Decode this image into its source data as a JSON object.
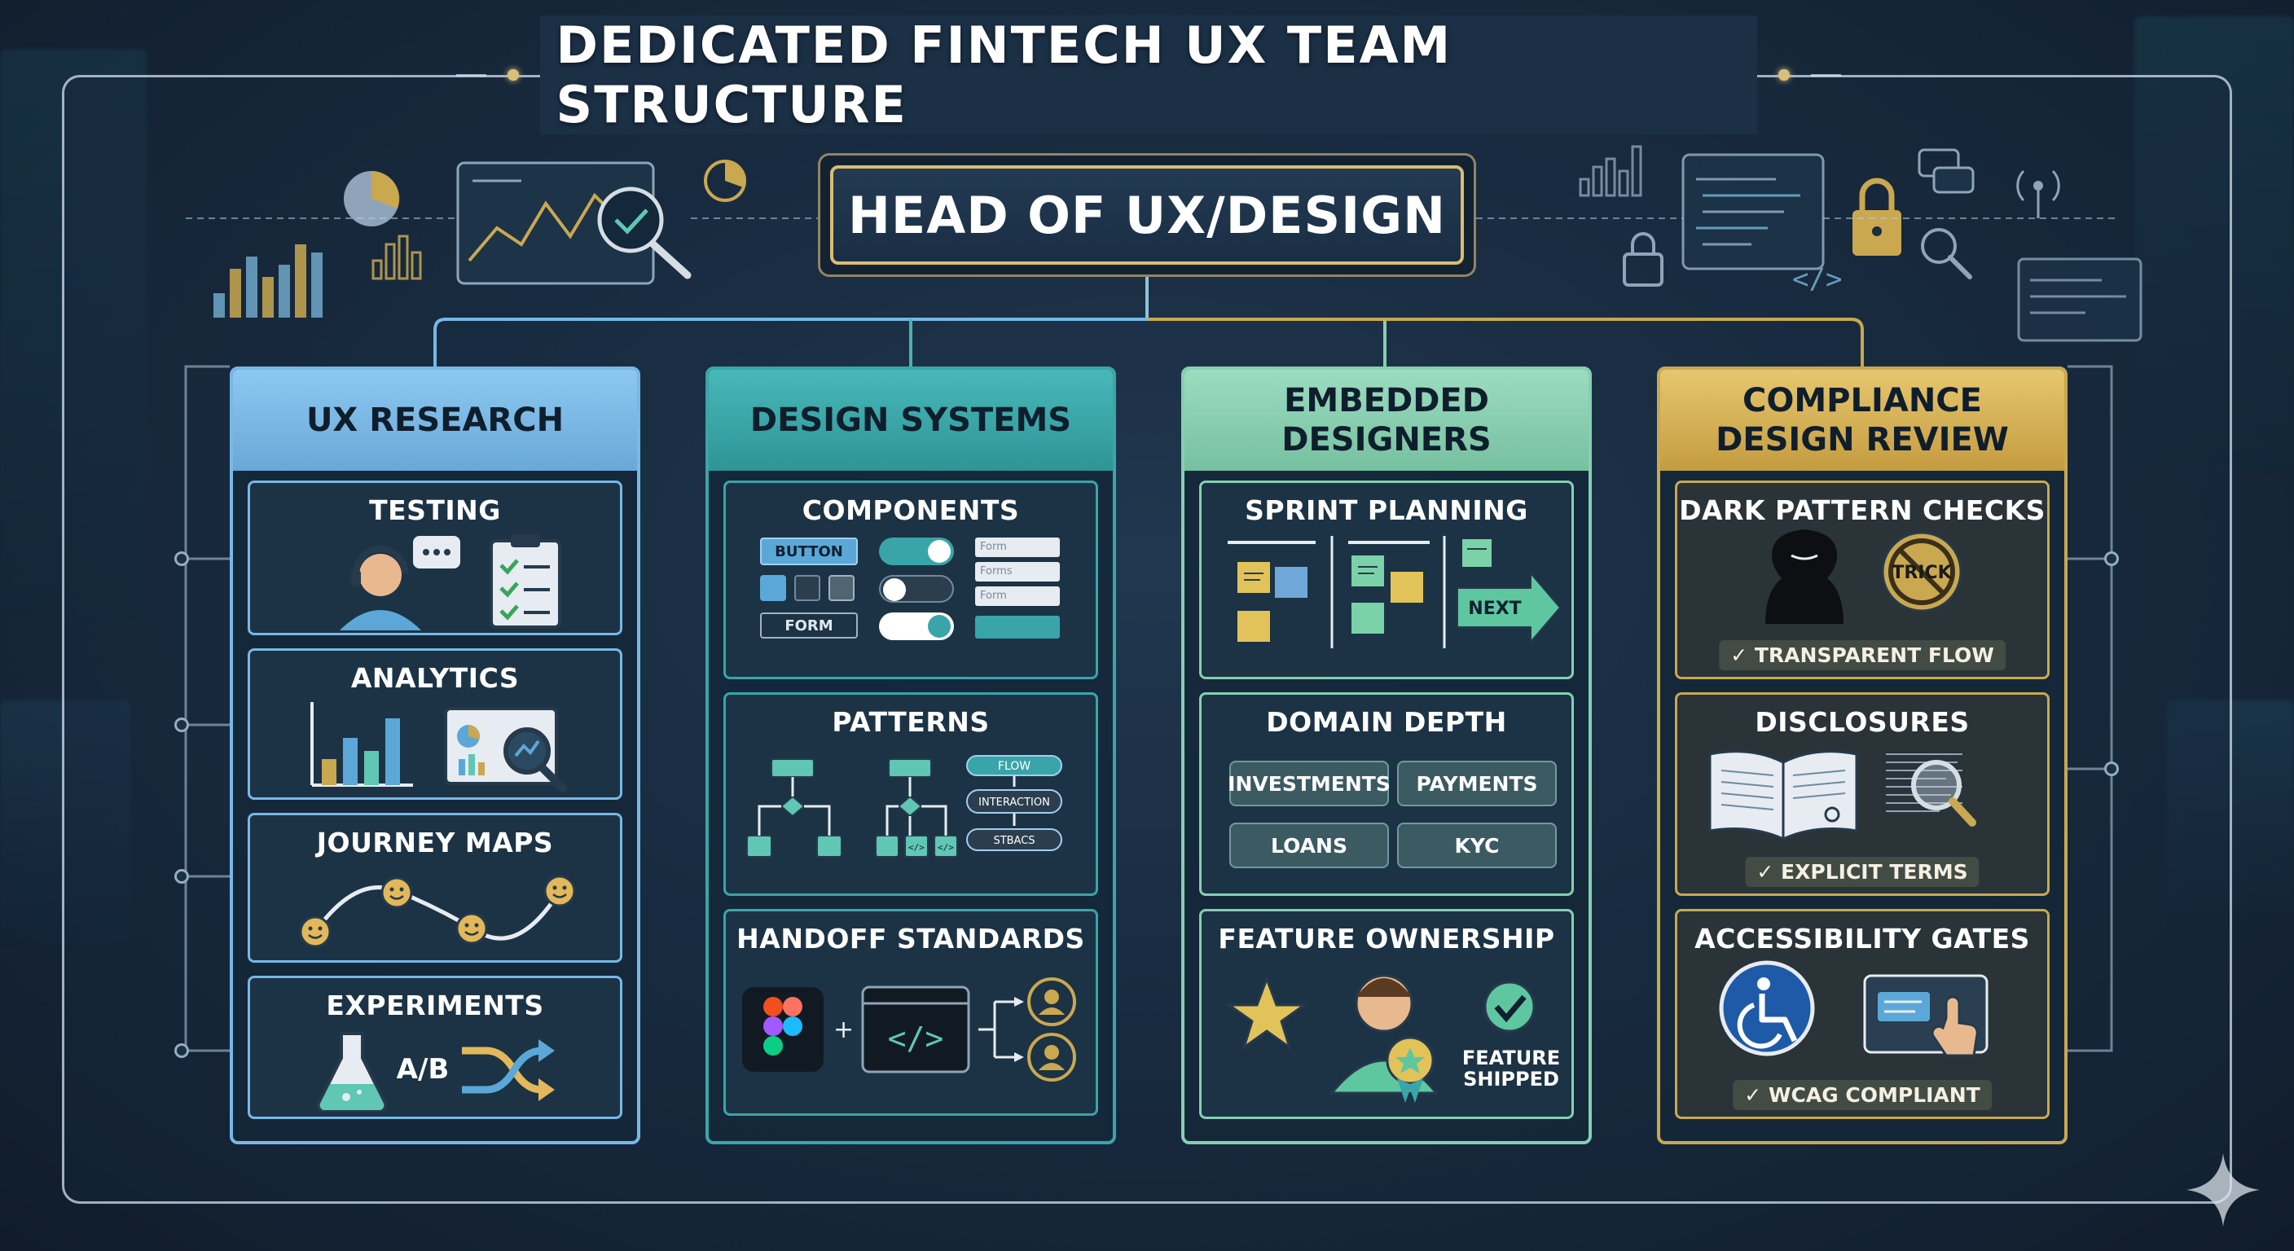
{
  "title": "DEDICATED FINTECH UX TEAM STRUCTURE",
  "head": "HEAD OF UX/DESIGN",
  "colors": {
    "research": "#76b8e6",
    "systems": "#3aa5a8",
    "embedded": "#86cfb0",
    "compliance": "#c9a850",
    "gold": "#d9bd72"
  },
  "columns": [
    {
      "title": "UX RESEARCH",
      "cards": [
        {
          "title": "TESTING",
          "icons": [
            "headset-person-icon",
            "chat-bubble-icon",
            "checklist-clipboard-icon"
          ]
        },
        {
          "title": "ANALYTICS",
          "icons": [
            "bar-chart-icon",
            "dashboard-magnifier-icon"
          ]
        },
        {
          "title": "JOURNEY MAPS",
          "icons": [
            "smiley-path-icon"
          ]
        },
        {
          "title": "EXPERIMENTS",
          "label": "A/B",
          "icons": [
            "flask-icon",
            "shuffle-arrows-icon"
          ]
        }
      ]
    },
    {
      "title": "DESIGN SYSTEMS",
      "cards": [
        {
          "title": "COMPONENTS",
          "button_label": "BUTTON",
          "form_label": "FORM",
          "field_placeholder": "Form",
          "field_placeholder_alt": "Forms"
        },
        {
          "title": "PATTERNS",
          "flow_labels": [
            "FLOW",
            "INTERACTION",
            "STBACS"
          ]
        },
        {
          "title": "HANDOFF STANDARDS",
          "plus": "+",
          "icons": [
            "figma-icon",
            "code-window-icon",
            "user-icon"
          ]
        }
      ]
    },
    {
      "title": "EMBEDDED DESIGNERS",
      "cards": [
        {
          "title": "SPRINT PLANNING",
          "next_label": "NEXT",
          "icons": [
            "sticky-notes-icon",
            "arrow-right-icon"
          ]
        },
        {
          "title": "DOMAIN DEPTH",
          "domains": [
            "INVESTMENTS",
            "PAYMENTS",
            "LOANS",
            "KYC"
          ]
        },
        {
          "title": "FEATURE OWNERSHIP",
          "status": "FEATURE SHIPPED",
          "icons": [
            "star-icon",
            "designer-medal-icon",
            "check-circle-icon"
          ]
        }
      ]
    },
    {
      "title": "COMPLIANCE DESIGN REVIEW",
      "cards": [
        {
          "title": "DARK PATTERN CHECKS",
          "trick_label": "TRICK",
          "badge": "✓ TRANSPARENT FLOW",
          "icons": [
            "hooded-figure-icon",
            "no-trick-icon"
          ]
        },
        {
          "title": "DISCLOSURES",
          "badge": "✓ EXPLICIT TERMS",
          "icons": [
            "open-book-icon",
            "document-magnifier-icon"
          ]
        },
        {
          "title": "ACCESSIBILITY GATES",
          "badge": "✓ WCAG COMPLIANT",
          "icons": [
            "wheelchair-icon",
            "screen-hand-icon"
          ]
        }
      ]
    }
  ]
}
